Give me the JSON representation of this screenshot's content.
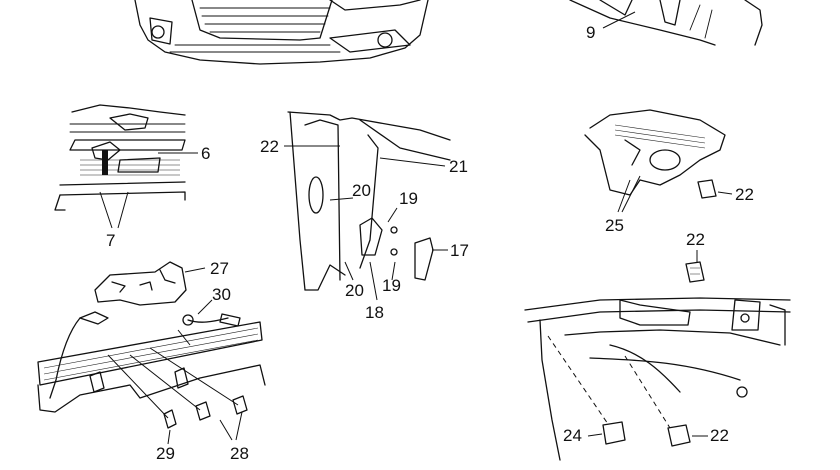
{
  "callouts": {
    "c6": "6",
    "c7": "7",
    "c9": "9",
    "c17": "17",
    "c18": "18",
    "c19a": "19",
    "c19b": "19",
    "c20a": "20",
    "c20b": "20",
    "c21": "21",
    "c22a": "22",
    "c22b": "22",
    "c22c": "22",
    "c22d": "22",
    "c24": "24",
    "c25": "25",
    "c27": "27",
    "c28": "28",
    "c29": "29",
    "c30": "30"
  }
}
